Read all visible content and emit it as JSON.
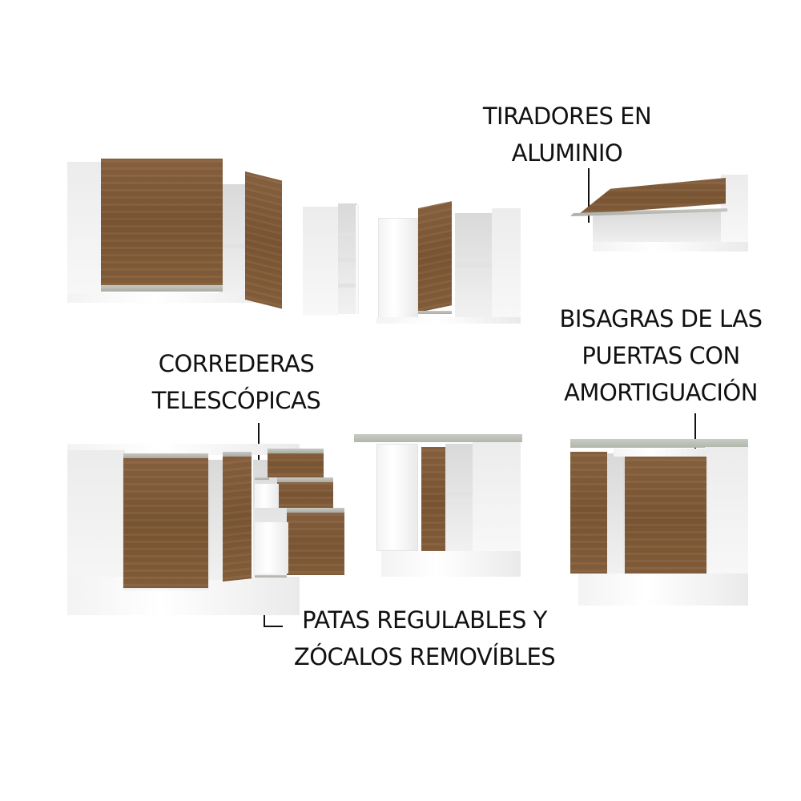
{
  "callouts": {
    "tiradores": {
      "line1": "TIRADORES EN",
      "line2": "ALUMINIO"
    },
    "bisagras": {
      "line1": "BISAGRAS DE LAS",
      "line2": "PUERTAS CON",
      "line3": "AMORTIGUACIÓN"
    },
    "correderas": {
      "line1": "CORREDERAS",
      "line2": "TELESCÓPICAS"
    },
    "patas": {
      "line1": "PATAS REGULABLES Y",
      "line2": "ZÓCALOS REMOVÍBLES"
    }
  },
  "colors": {
    "wood": "#7f5a37",
    "carcass": "#f5f5f5",
    "countertop": "#bcc0b8",
    "handle": "#b5b6b0",
    "text": "#111111"
  },
  "products": [
    {
      "name": "upper-cabinet-2-doors"
    },
    {
      "name": "open-shelf-unit"
    },
    {
      "name": "upper-corner-cabinet"
    },
    {
      "name": "upper-lift-door-cabinet"
    },
    {
      "name": "base-cabinet-doors-drawers"
    },
    {
      "name": "base-corner-cabinet"
    },
    {
      "name": "base-cabinet-2-doors"
    }
  ]
}
